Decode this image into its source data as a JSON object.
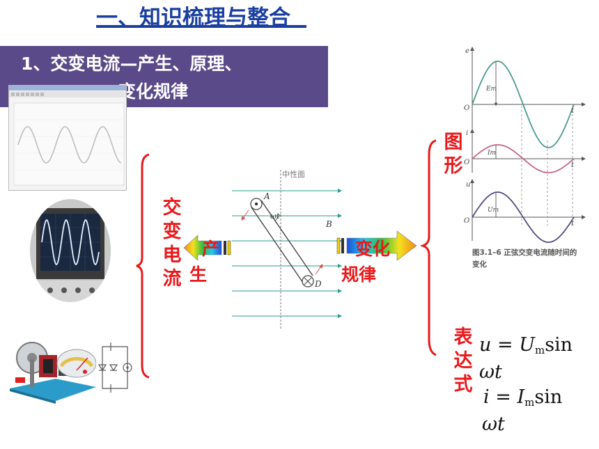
{
  "heading": "一、知识梳理与整合",
  "banner": {
    "line1": "1、交变电流—产生、原理、",
    "line2": "变化规律"
  },
  "center_label": [
    "交",
    "变",
    "电",
    "流"
  ],
  "left_arrow_label": [
    "产",
    "生"
  ],
  "right_arrow_label": [
    "变化",
    "规律"
  ],
  "graph_label": [
    "图",
    "形"
  ],
  "expr_label": [
    "表",
    "达",
    "式"
  ],
  "diagram": {
    "neutral_plane": "中性面",
    "A": "A",
    "D": "D",
    "B": "B",
    "omega_t": "ωt"
  },
  "graphs": {
    "axis_e": "e",
    "axis_i": "i",
    "axis_u": "u",
    "axis_t": "t",
    "origin": "O",
    "e_peak": "Em",
    "i_peak": "Im",
    "u_peak": "Um",
    "caption_line1": "图3.1–6   正弦交变电流随时间的",
    "caption_line2": "变化"
  },
  "formulas": {
    "u": {
      "lhs": "u",
      "eq": " = ",
      "amp": "U",
      "sub": "m",
      "fn": "sin",
      "arg": "ωt"
    },
    "i": {
      "lhs": "i",
      "eq": " = ",
      "amp": "I",
      "sub": "m",
      "fn": "sin",
      "arg": "ωt"
    }
  },
  "colors": {
    "heading": "#1a3fa0",
    "banner": "#5b4a8a",
    "accent": "#e8191b",
    "e_curve": "#4a9a8e",
    "i_curve": "#c5648a",
    "u_curve": "#524a82"
  }
}
